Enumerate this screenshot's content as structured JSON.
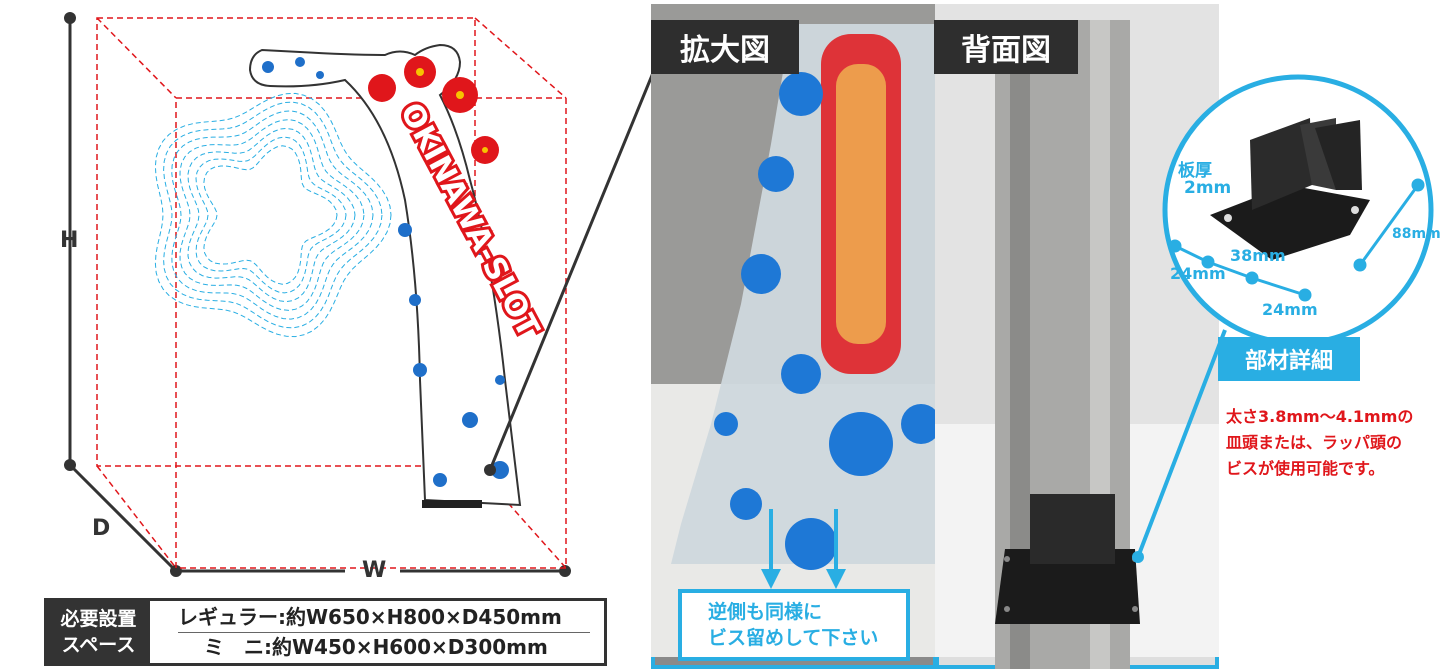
{
  "dimensions": {
    "h": "H",
    "d": "D",
    "w": "W"
  },
  "product": {
    "sign_text": "OKINAWA-SLOT"
  },
  "requirements": {
    "header_line1": "必要設置",
    "header_line2": "スペース",
    "regular": "レギュラー:約W650×H800×D450mm",
    "mini": "ミ　ニ:約W450×H600×D300mm"
  },
  "zoom_panel": {
    "title": "拡大図",
    "note_line1": "逆側も同様に",
    "note_line2": "ビス留めして下さい"
  },
  "back_panel": {
    "title": "背面図",
    "thickness_label": "板厚",
    "thickness_value": "2mm",
    "dim_38": "38mm",
    "dim_24a": "24mm",
    "dim_24b": "24mm",
    "dim_88": "88mm",
    "parts_label": "部材詳細",
    "caption_line1": "太さ3.8mm〜4.1mmの",
    "caption_line2": "皿頭または、ラッパ頭の",
    "caption_line3": "ビスが使用可能です。"
  },
  "colors": {
    "accent_blue": "#29aee3",
    "accent_red": "#e0161b",
    "dark": "#2e2e2e",
    "dashed_red": "#e0161b"
  }
}
